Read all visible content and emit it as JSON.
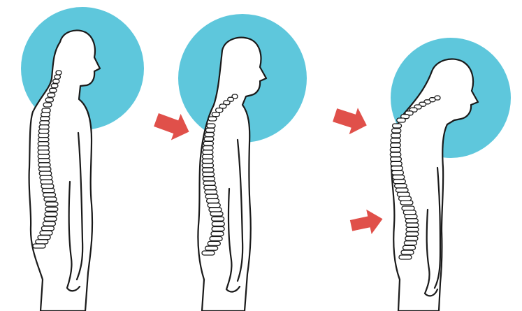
{
  "colors": {
    "halo": "#5ec7dc",
    "arrow": "#e0504a",
    "outline": "#1a1a1a",
    "background": "#ffffff"
  },
  "figures": [
    {
      "posture": "upright",
      "arrows": 0
    },
    {
      "posture": "neck-forward",
      "arrows": 1
    },
    {
      "posture": "hunched",
      "arrows": 2
    }
  ]
}
